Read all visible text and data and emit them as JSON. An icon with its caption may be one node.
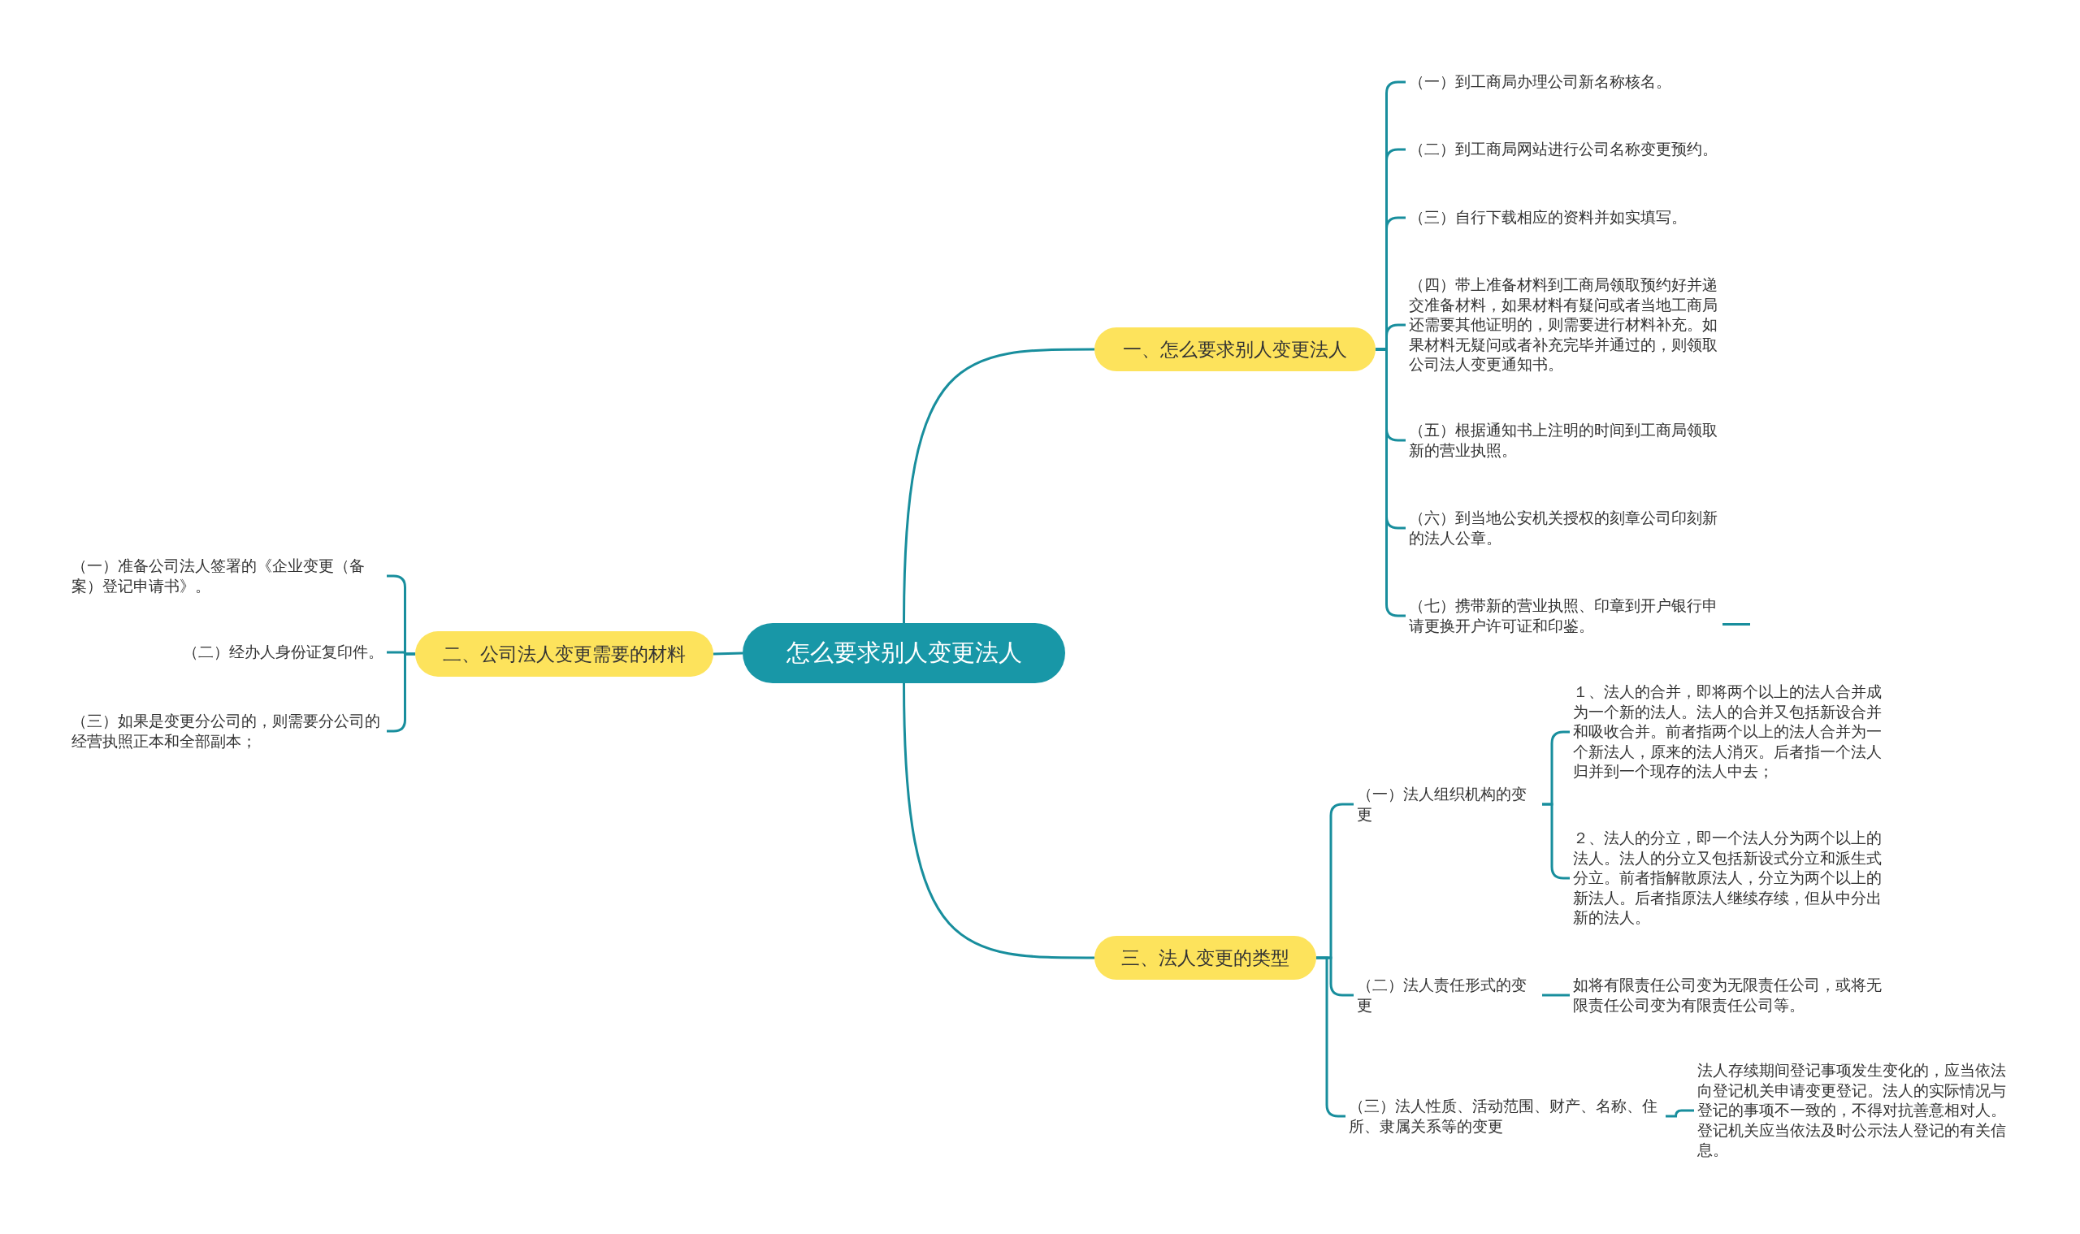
{
  "diagram": {
    "nodes": [
      {
        "text": [
          "怎么要求别人变更法人"
        ]
      },
      {
        "text": [
          "一、怎么要求别人变更法人"
        ]
      },
      {
        "text": [
          "（一）到工商局办理公司新名称核名。"
        ]
      },
      {
        "text": [
          "（二）到工商局网站进行公司名称变更预约。"
        ]
      },
      {
        "text": [
          "（三）自行下载相应的资料并如实填写。"
        ]
      },
      {
        "text": [
          "（四）带上准备材料到工商局领取预约好并递交准备材料，如果材料有疑问或者当地工商局还需要其他证明的，则需要进行材料补充。如果材料无疑问或者补充完毕并通过的，则领取公司法人变更通知书。"
        ]
      },
      {
        "text": [
          "（五）根据通知书上注明的时间到工商局领取新的营业执照。"
        ]
      },
      {
        "text": [
          "（六）到当地公安机关授权的刻章公司印刻新的法人公章。"
        ]
      },
      {
        "text": [
          "（七）携带新的营业执照、印章到开户银行申请更换开户许可证和印鉴。"
        ]
      },
      {
        "text": [
          "二、公司法人变更需要的材料"
        ]
      },
      {
        "text": [
          "（一）准备公司法人签署的《企业变更（备案）登记申请书》。"
        ]
      },
      {
        "text": [
          "（二）经办人身份证复印件。"
        ]
      },
      {
        "text": [
          "（三）如果是变更分公司的，则需要分公司的经营执照正本和全部副本；"
        ]
      },
      {
        "text": [
          "三、法人变更的类型"
        ]
      },
      {
        "text": [
          "（一）法人组织机构的变更"
        ]
      },
      {
        "text": [
          "１、法人的合并，即将两个以上的法人合并成为一个新的法人。法人的合并又包括新设合并和吸收合并。前者指两个以上的法人合并为一个新法人，原来的法人消灭。后者指一个法人归并到一个现存的法人中去；"
        ]
      },
      {
        "text": [
          "２、法人的分立，即一个法人分为两个以上的法人。法人的分立又包括新设式分立和派生式分立。前者指解散原法人，分立为两个以上的新法人。后者指原法人继续存续，但从中分出新的法人。"
        ]
      },
      {
        "text": [
          "（二）法人责任形式的变更"
        ]
      },
      {
        "text": [
          "如将有限责任公司变为无限责任公司，或将无限责任公司变为有限责任公司等。"
        ]
      },
      {
        "text": [
          "（三）法人性质、活动范围、财产、名称、住所、隶属关系等的变更"
        ]
      },
      {
        "text": [
          "法人存续期间登记事项发生变化的，应当依法向登记机关申请变更登记。法人的实际情况与登记的事项不一致的，不得对抗善意相对人。登记机关应当依法及时公示法人登记的有关信息。"
        ]
      }
    ],
    "edges": [
      {
        "from": 0,
        "to": 1,
        "arrow": "none"
      },
      {
        "from": 1,
        "to": 2,
        "arrow": "none"
      },
      {
        "from": 1,
        "to": 3,
        "arrow": "none"
      },
      {
        "from": 1,
        "to": 4,
        "arrow": "none"
      },
      {
        "from": 1,
        "to": 5,
        "arrow": "none"
      },
      {
        "from": 1,
        "to": 6,
        "arrow": "none"
      },
      {
        "from": 1,
        "to": 7,
        "arrow": "none"
      },
      {
        "from": 1,
        "to": 8,
        "arrow": "none"
      },
      {
        "from": 8,
        "to": null,
        "arrow": "none"
      },
      {
        "from": 0,
        "to": 9,
        "arrow": "none"
      },
      {
        "from": 9,
        "to": 10,
        "arrow": "none"
      },
      {
        "from": 9,
        "to": 11,
        "arrow": "none"
      },
      {
        "from": 9,
        "to": 12,
        "arrow": "none"
      },
      {
        "from": 0,
        "to": 13,
        "arrow": "none"
      },
      {
        "from": 13,
        "to": 14,
        "arrow": "none"
      },
      {
        "from": 14,
        "to": 15,
        "arrow": "none"
      },
      {
        "from": 14,
        "to": 16,
        "arrow": "none"
      },
      {
        "from": 13,
        "to": 17,
        "arrow": "none"
      },
      {
        "from": 17,
        "to": 18,
        "arrow": "none"
      },
      {
        "from": 13,
        "to": 19,
        "arrow": "none"
      },
      {
        "from": 19,
        "to": 20,
        "arrow": "none"
      }
    ]
  }
}
